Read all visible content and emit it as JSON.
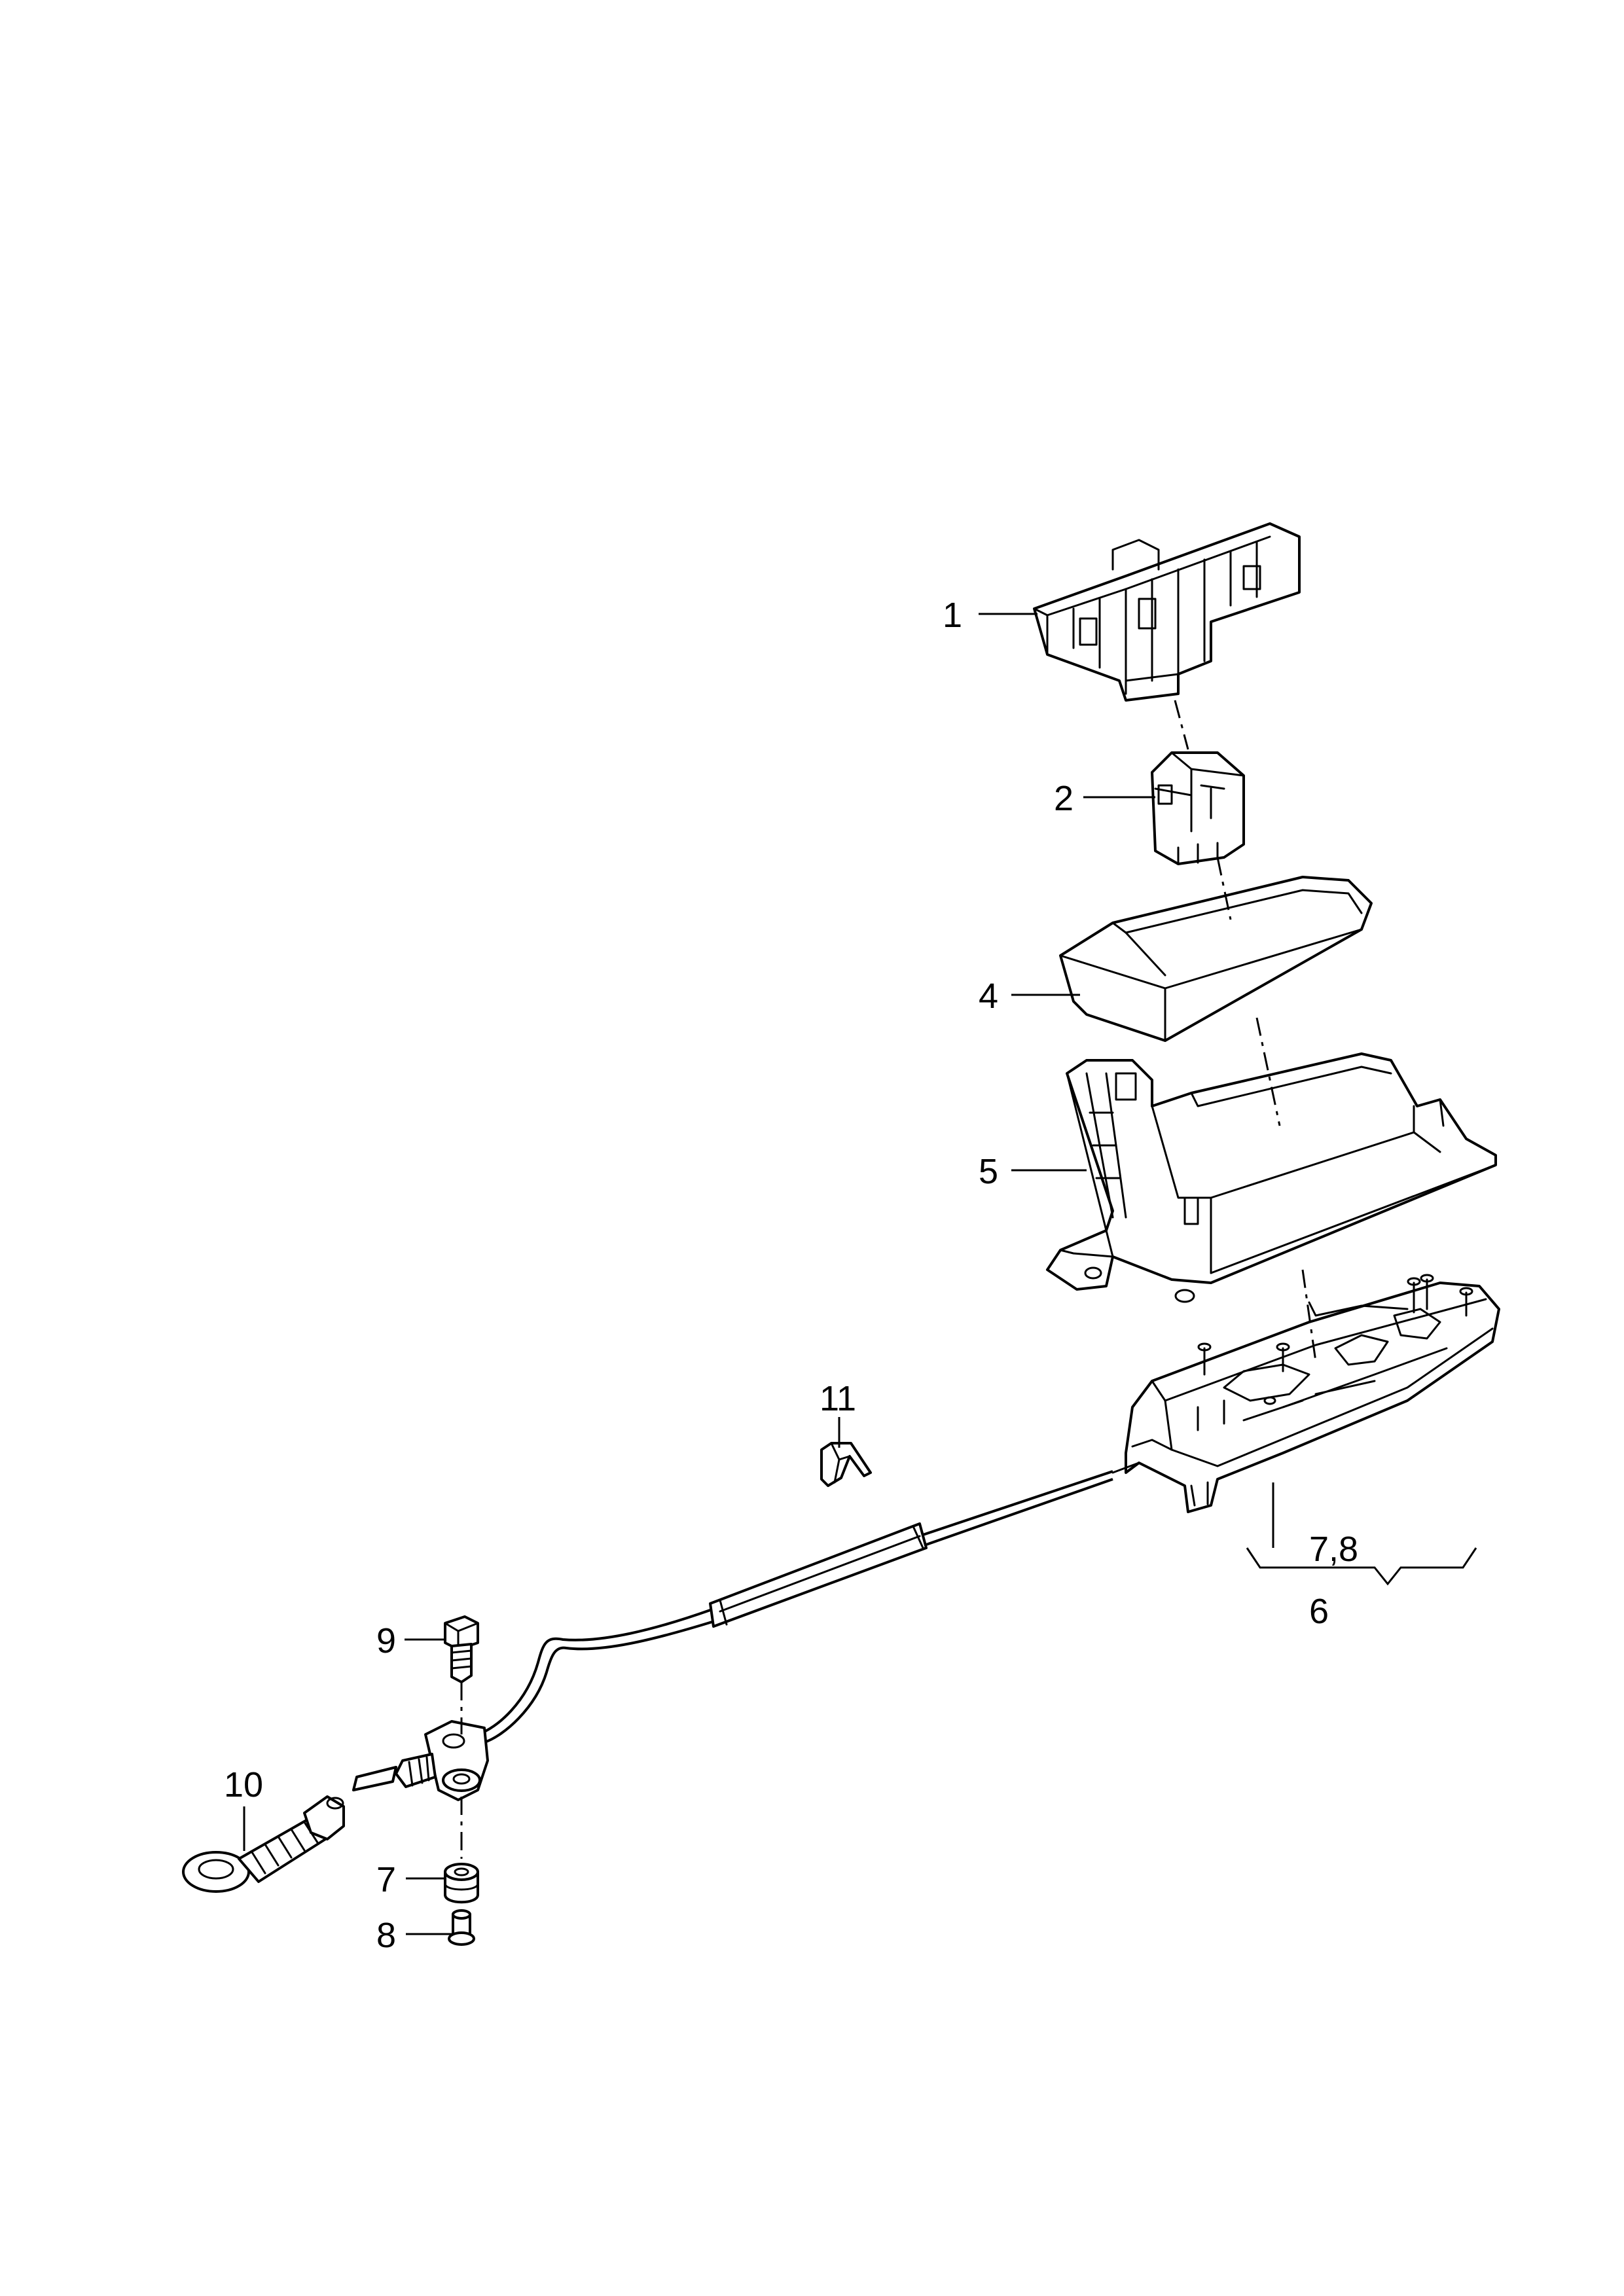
{
  "callouts": {
    "c1": "1",
    "c2": "2",
    "c4": "4",
    "c5": "5",
    "c78": "7,8",
    "c6": "6",
    "c11": "11",
    "c9": "9",
    "c10": "10",
    "c7": "7",
    "c8": "8"
  },
  "colors": {
    "line": "#000000",
    "background": "#ffffff"
  }
}
